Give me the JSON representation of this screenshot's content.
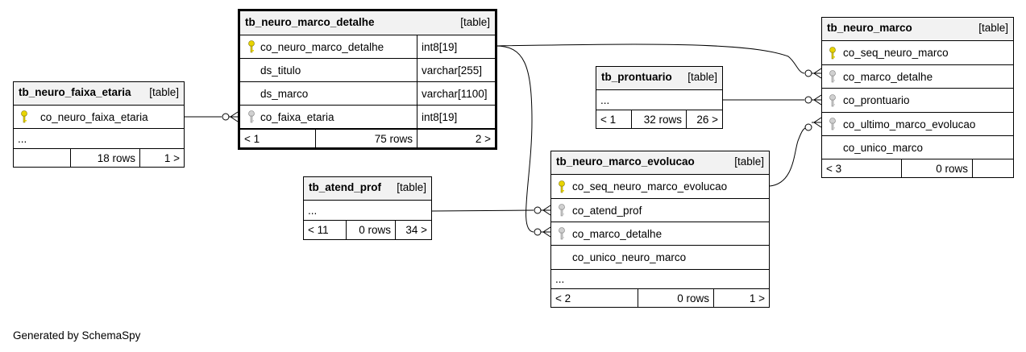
{
  "tables": {
    "faixa": {
      "name": "tb_neuro_faixa_etaria",
      "type": "[table]",
      "columns": [
        {
          "name": "co_neuro_faixa_etaria",
          "key": "pk"
        }
      ],
      "more": "...",
      "footer": {
        "prev": "",
        "rows": "18 rows",
        "next": "1 >"
      }
    },
    "detalhe": {
      "name": "tb_neuro_marco_detalhe",
      "type": "[table]",
      "columns": [
        {
          "name": "co_neuro_marco_detalhe",
          "datatype": "int8[19]",
          "key": "pk"
        },
        {
          "name": "ds_titulo",
          "datatype": "varchar[255]",
          "key": ""
        },
        {
          "name": "ds_marco",
          "datatype": "varchar[1100]",
          "key": ""
        },
        {
          "name": "co_faixa_etaria",
          "datatype": "int8[19]",
          "key": "fk"
        }
      ],
      "footer": {
        "prev": "< 1",
        "rows": "75 rows",
        "next": "2 >"
      }
    },
    "atend": {
      "name": "tb_atend_prof",
      "type": "[table]",
      "more": "...",
      "footer": {
        "prev": "< 11",
        "rows": "0 rows",
        "next": "34 >"
      }
    },
    "prontuario": {
      "name": "tb_prontuario",
      "type": "[table]",
      "more": "...",
      "footer": {
        "prev": "< 1",
        "rows": "32 rows",
        "next": "26 >"
      }
    },
    "evolucao": {
      "name": "tb_neuro_marco_evolucao",
      "type": "[table]",
      "columns": [
        {
          "name": "co_seq_neuro_marco_evolucao",
          "key": "pk"
        },
        {
          "name": "co_atend_prof",
          "key": "fk"
        },
        {
          "name": "co_marco_detalhe",
          "key": "fk"
        },
        {
          "name": "co_unico_neuro_marco",
          "key": ""
        }
      ],
      "more": "...",
      "footer": {
        "prev": "< 2",
        "rows": "0 rows",
        "next": "1 >"
      }
    },
    "marco": {
      "name": "tb_neuro_marco",
      "type": "[table]",
      "columns": [
        {
          "name": "co_seq_neuro_marco",
          "key": "pk"
        },
        {
          "name": "co_marco_detalhe",
          "key": "fk"
        },
        {
          "name": "co_prontuario",
          "key": "fk"
        },
        {
          "name": "co_ultimo_marco_evolucao",
          "key": "fk"
        },
        {
          "name": "co_unico_marco",
          "key": ""
        }
      ],
      "footer": {
        "prev": "< 3",
        "rows": "0 rows",
        "next": ""
      }
    }
  },
  "footer_text": "Generated by SchemaSpy",
  "colors": {
    "pk_key": "#e8d400",
    "fk_key": "#b0b0b0",
    "header_bg": "#f2f2f2",
    "line": "#000000"
  }
}
